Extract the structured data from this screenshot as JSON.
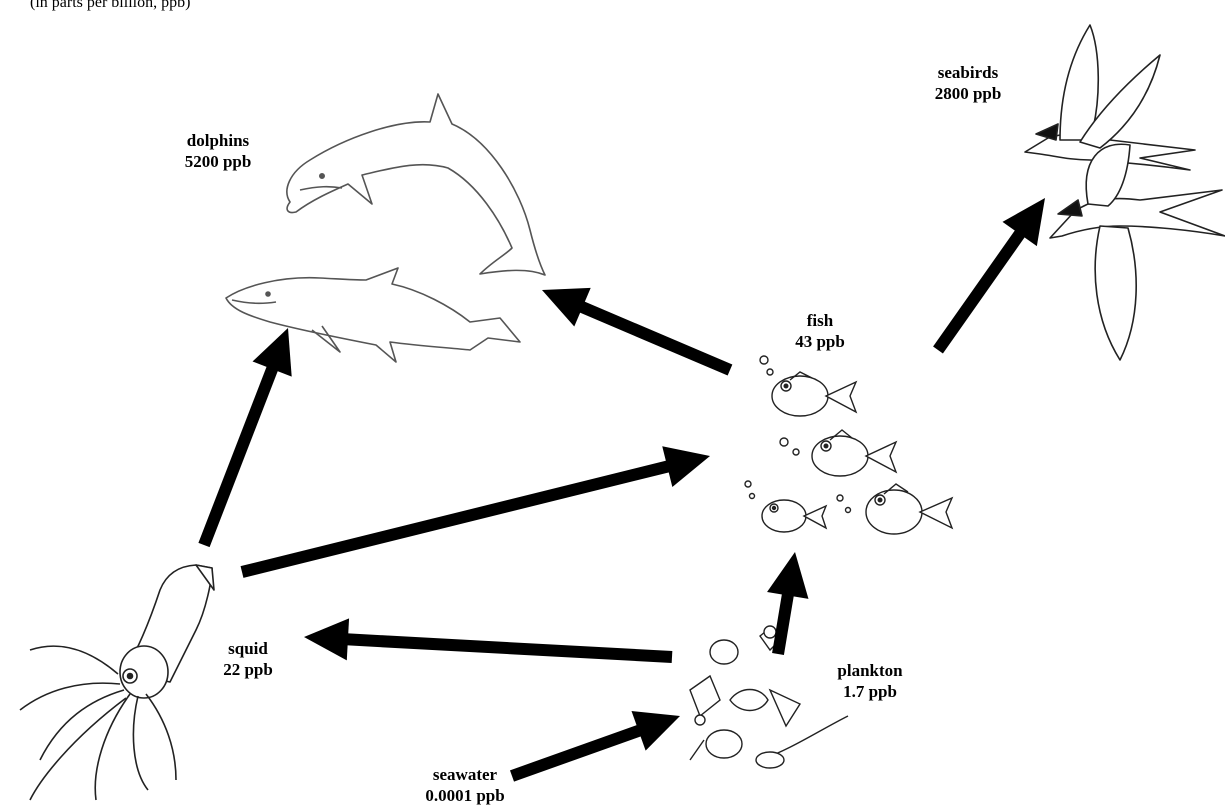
{
  "header_text": "(in parts per billion, ppb)",
  "nodes": {
    "dolphins": {
      "name": "dolphins",
      "value": "5200 ppb"
    },
    "seabirds": {
      "name": "seabirds",
      "value": "2800 ppb"
    },
    "fish": {
      "name": "fish",
      "value": "43 ppb"
    },
    "squid": {
      "name": "squid",
      "value": "22 ppb"
    },
    "plankton": {
      "name": "plankton",
      "value": "1.7 ppb"
    },
    "seawater": {
      "name": "seawater",
      "value": "0.0001 ppb"
    }
  },
  "arrows": [
    {
      "from": "seawater",
      "to": "plankton"
    },
    {
      "from": "plankton",
      "to": "fish"
    },
    {
      "from": "plankton",
      "to": "squid"
    },
    {
      "from": "squid",
      "to": "fish"
    },
    {
      "from": "squid",
      "to": "dolphins"
    },
    {
      "from": "fish",
      "to": "dolphins"
    },
    {
      "from": "fish",
      "to": "seabirds"
    }
  ]
}
